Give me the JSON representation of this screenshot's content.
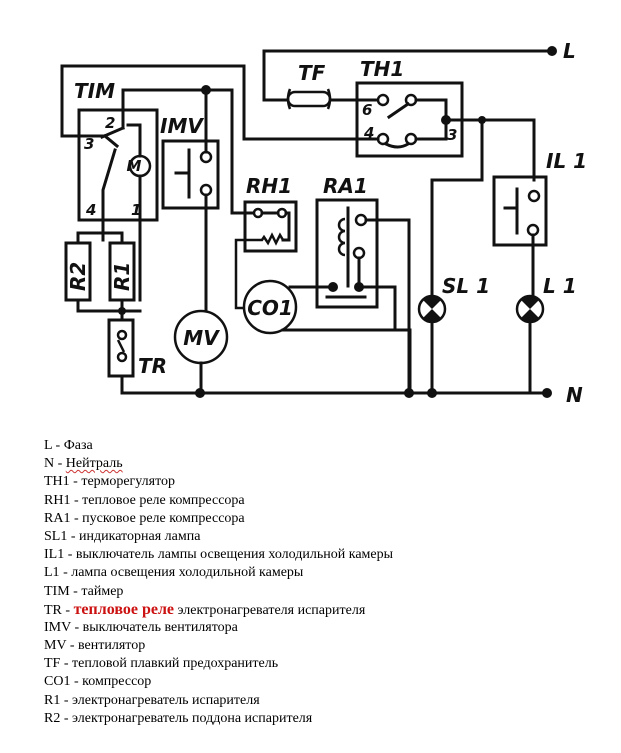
{
  "diagram": {
    "title": "Refrigerator wiring schematic",
    "terminals": {
      "phase": "L",
      "neutral": "N"
    },
    "components": {
      "tim": "TIM",
      "imv": "IMV",
      "tf": "TF",
      "th1": "TH1",
      "rh1": "RH1",
      "ra1": "RA1",
      "il1": "IL 1",
      "sl1": "SL 1",
      "l1": "L 1",
      "r1": "R1",
      "r2": "R2",
      "tr": "TR",
      "mv": "MV",
      "co1": "CO1",
      "timer_motor": "M"
    },
    "pins": {
      "tim_2": "2",
      "tim_3": "3",
      "tim_4": "4",
      "tim_1": "1",
      "th1_6": "6",
      "th1_4": "4",
      "th1_3": "3"
    }
  },
  "legend": [
    {
      "code": "L",
      "sep": " - ",
      "desc": "Фаза"
    },
    {
      "code": "N",
      "sep": " - ",
      "desc": "Нейтраль",
      "spell_flag": true
    },
    {
      "code": "TH1",
      "sep": " - ",
      "desc": "терморегулятор"
    },
    {
      "code": "RH1",
      "sep": " - ",
      "desc": "тепловое реле компрессора"
    },
    {
      "code": "RA1",
      "sep": " - ",
      "desc": "пусковое реле компрессора"
    },
    {
      "code": "SL1",
      "sep": " - ",
      "desc": "индикаторная лампа"
    },
    {
      "code": "IL1",
      "sep": " - ",
      "desc": "выключатель лампы освещения холодильной камеры"
    },
    {
      "code": "L1",
      "sep": " - ",
      "desc": "лампа освещения холодильной камеры"
    },
    {
      "code": "TIM",
      "sep": " - ",
      "desc": "таймер"
    },
    {
      "code": "TR",
      "sep": " - ",
      "highlight": "тепловое реле",
      "desc": " электронагревателя испарителя"
    },
    {
      "code": "IMV",
      "sep": " - ",
      "desc": "выключатель вентилятора"
    },
    {
      "code": "MV",
      "sep": " - ",
      "desc": "вентилятор"
    },
    {
      "code": "TF",
      "sep": " - ",
      "desc": "тепловой плавкий предохранитель"
    },
    {
      "code": "CO1",
      "sep": " - ",
      "desc": "компрессор"
    },
    {
      "code": "R1",
      "sep": " - ",
      "desc": "электронагреватель испарителя"
    },
    {
      "code": "R2",
      "sep": " - ",
      "desc": "электронагреватель поддона испарителя"
    }
  ],
  "colors": {
    "highlight": "#cc1111",
    "line": "#111111"
  }
}
